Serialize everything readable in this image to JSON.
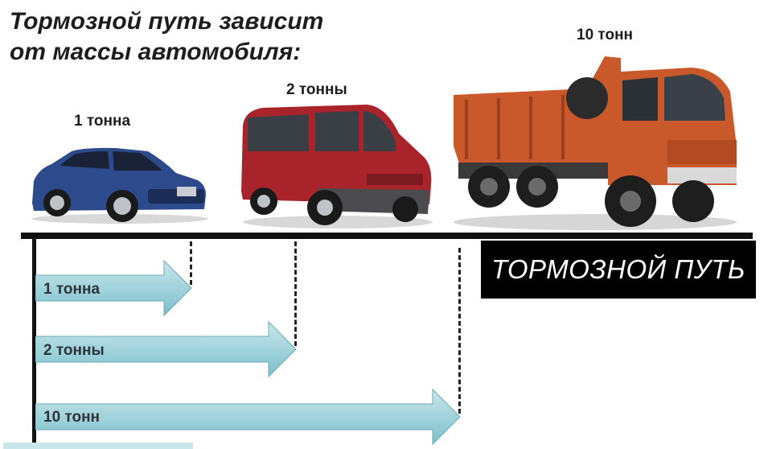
{
  "title": {
    "line1": "Тормозной путь зависит",
    "line2": "от массы автомобиля:"
  },
  "vehicles": [
    {
      "label": "1 тонна",
      "icon": "hatchback-car-icon",
      "color": "#2c4a8c"
    },
    {
      "label": "2 тонны",
      "icon": "minibus-icon",
      "color": "#a8242a"
    },
    {
      "label": "10 тонн",
      "icon": "dump-truck-icon",
      "color": "#c9582a"
    }
  ],
  "legend": "ТОРМОЗНОЙ ПУТЬ",
  "arrows": [
    {
      "label": "1 тонна"
    },
    {
      "label": "2 тонны"
    },
    {
      "label": "10 тонн"
    }
  ],
  "colors": {
    "arrow_fill": "#7cc0cc",
    "arrow_fill_light": "#c9e6ec",
    "road": "#111111"
  }
}
